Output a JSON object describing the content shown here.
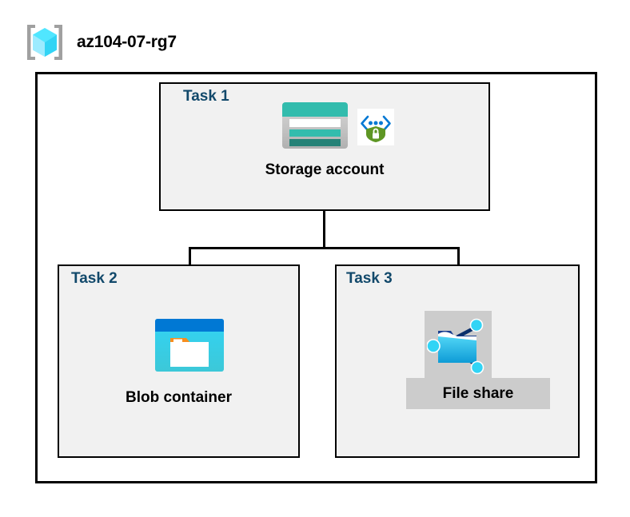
{
  "header": {
    "icon": "resource-group-cube-icon",
    "title": "az104-07-rg7"
  },
  "diagram": {
    "type": "hierarchy",
    "container_label": "az104-07-rg7",
    "nodes": [
      {
        "id": "task1",
        "task_label": "Task 1",
        "node_label": "Storage account",
        "icons": [
          "storage-account-icon",
          "secure-transfer-shield-icon"
        ],
        "highlighted": false
      },
      {
        "id": "task2",
        "task_label": "Task 2",
        "node_label": "Blob container",
        "icons": [
          "blob-container-icon"
        ],
        "highlighted": false
      },
      {
        "id": "task3",
        "task_label": "Task 3",
        "node_label": "File share",
        "icons": [
          "file-share-icon"
        ],
        "highlighted": true
      }
    ],
    "edges": [
      {
        "from": "task1",
        "to": "task2"
      },
      {
        "from": "task1",
        "to": "task3"
      }
    ]
  },
  "colors": {
    "task_label": "#12496b",
    "node_label": "#000000",
    "box_fill": "#f1f1f1",
    "box_border": "#000000",
    "page_background": "#ffffff",
    "highlight": "#cccccc",
    "storage_teal": "#32bcad",
    "storage_teal_dark": "#258277",
    "blob_blue": "#0078d4",
    "blob_cyan": "#32d4f5",
    "blob_orange": "#f78d1e",
    "shield_green": "#5e9624",
    "bracket_blue": "#0078d4",
    "cube_cyan": "#50e6ff",
    "bracket_gray": "#a0a0a0"
  }
}
